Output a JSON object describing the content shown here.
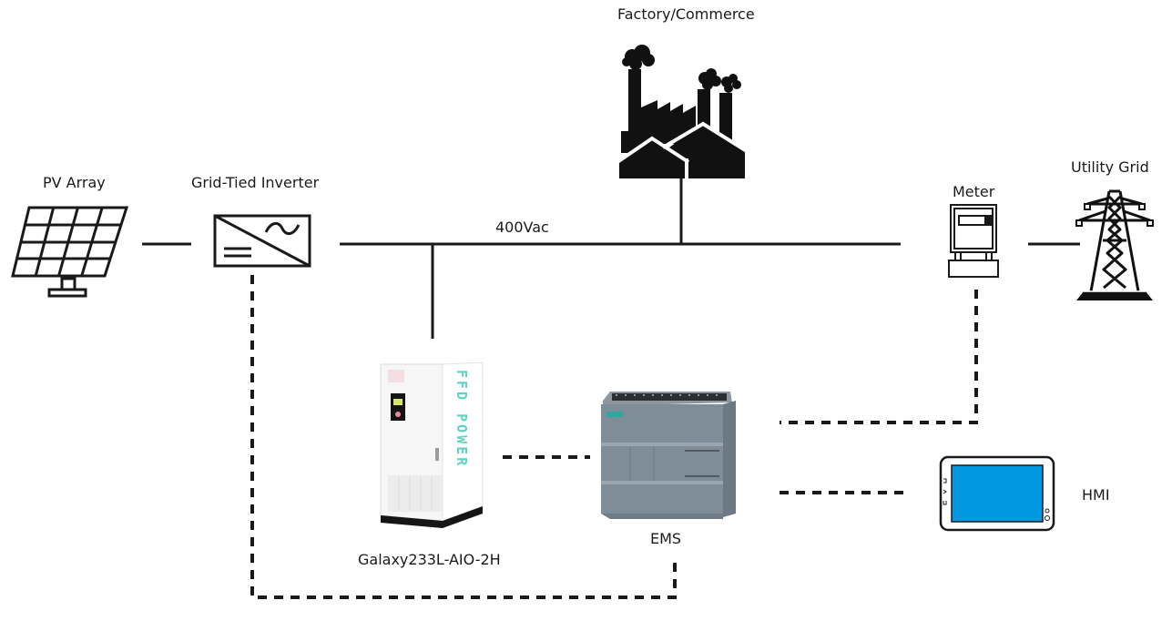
{
  "diagram": {
    "nodes": {
      "pv_array": {
        "label": "PV Array",
        "icon": "solar-panel-icon"
      },
      "inverter": {
        "label": "Grid-Tied Inverter",
        "icon": "dc-ac-inverter-icon"
      },
      "factory": {
        "label": "Factory/Commerce",
        "icon": "factory-icon"
      },
      "bus": {
        "label": "400Vac"
      },
      "meter": {
        "label": "Meter",
        "icon": "electric-meter-icon"
      },
      "utility_grid": {
        "label": "Utility Grid",
        "icon": "transmission-tower-icon"
      },
      "battery": {
        "label": "Galaxy233L-AIO-2H",
        "icon": "battery-cabinet-icon",
        "brand_text": "FFD POWER"
      },
      "ems": {
        "label": "EMS",
        "icon": "plc-controller-icon"
      },
      "hmi": {
        "label": "HMI",
        "icon": "touch-panel-icon"
      }
    },
    "connections": {
      "power": [
        {
          "from": "pv_array",
          "to": "inverter"
        },
        {
          "from": "inverter",
          "to": "bus"
        },
        {
          "from": "factory",
          "to": "bus"
        },
        {
          "from": "battery",
          "to": "bus"
        },
        {
          "from": "bus",
          "to": "meter"
        },
        {
          "from": "meter",
          "to": "utility_grid"
        }
      ],
      "communication": [
        {
          "from": "battery",
          "to": "ems"
        },
        {
          "from": "meter",
          "to": "ems"
        },
        {
          "from": "ems",
          "to": "hmi"
        },
        {
          "from": "inverter",
          "to": "ems"
        }
      ]
    },
    "colors": {
      "line": "#1a1a1a",
      "hmi_screen": "#0098e0",
      "brand_teal": "#5fd1c2",
      "ems_body": "#7e8c97"
    }
  }
}
